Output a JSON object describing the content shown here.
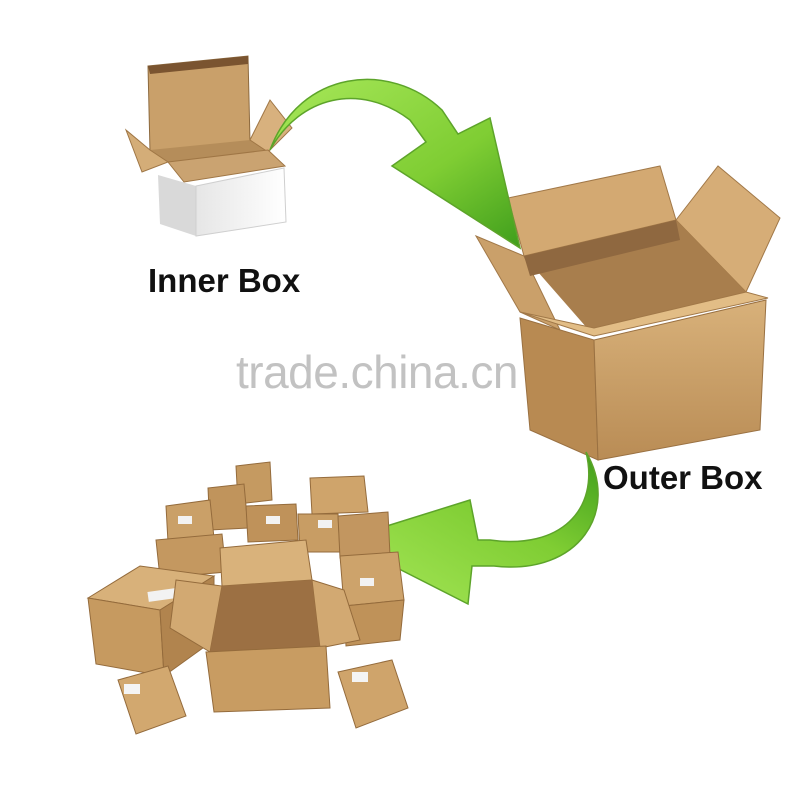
{
  "labels": {
    "inner_box": "Inner Box",
    "outer_box": "Outer Box"
  },
  "watermark": "trade.china.cn",
  "colors": {
    "arrow_green": "#8ed63a",
    "arrow_dark": "#3f9e1c",
    "kraft": "#c99f67",
    "kraft_dark": "#9f7645",
    "white_box": "#f4f4f4"
  },
  "icons": [
    "inner-white-box-icon",
    "outer-cardboard-box-icon",
    "box-pile-icon",
    "curved-arrow-icon"
  ]
}
